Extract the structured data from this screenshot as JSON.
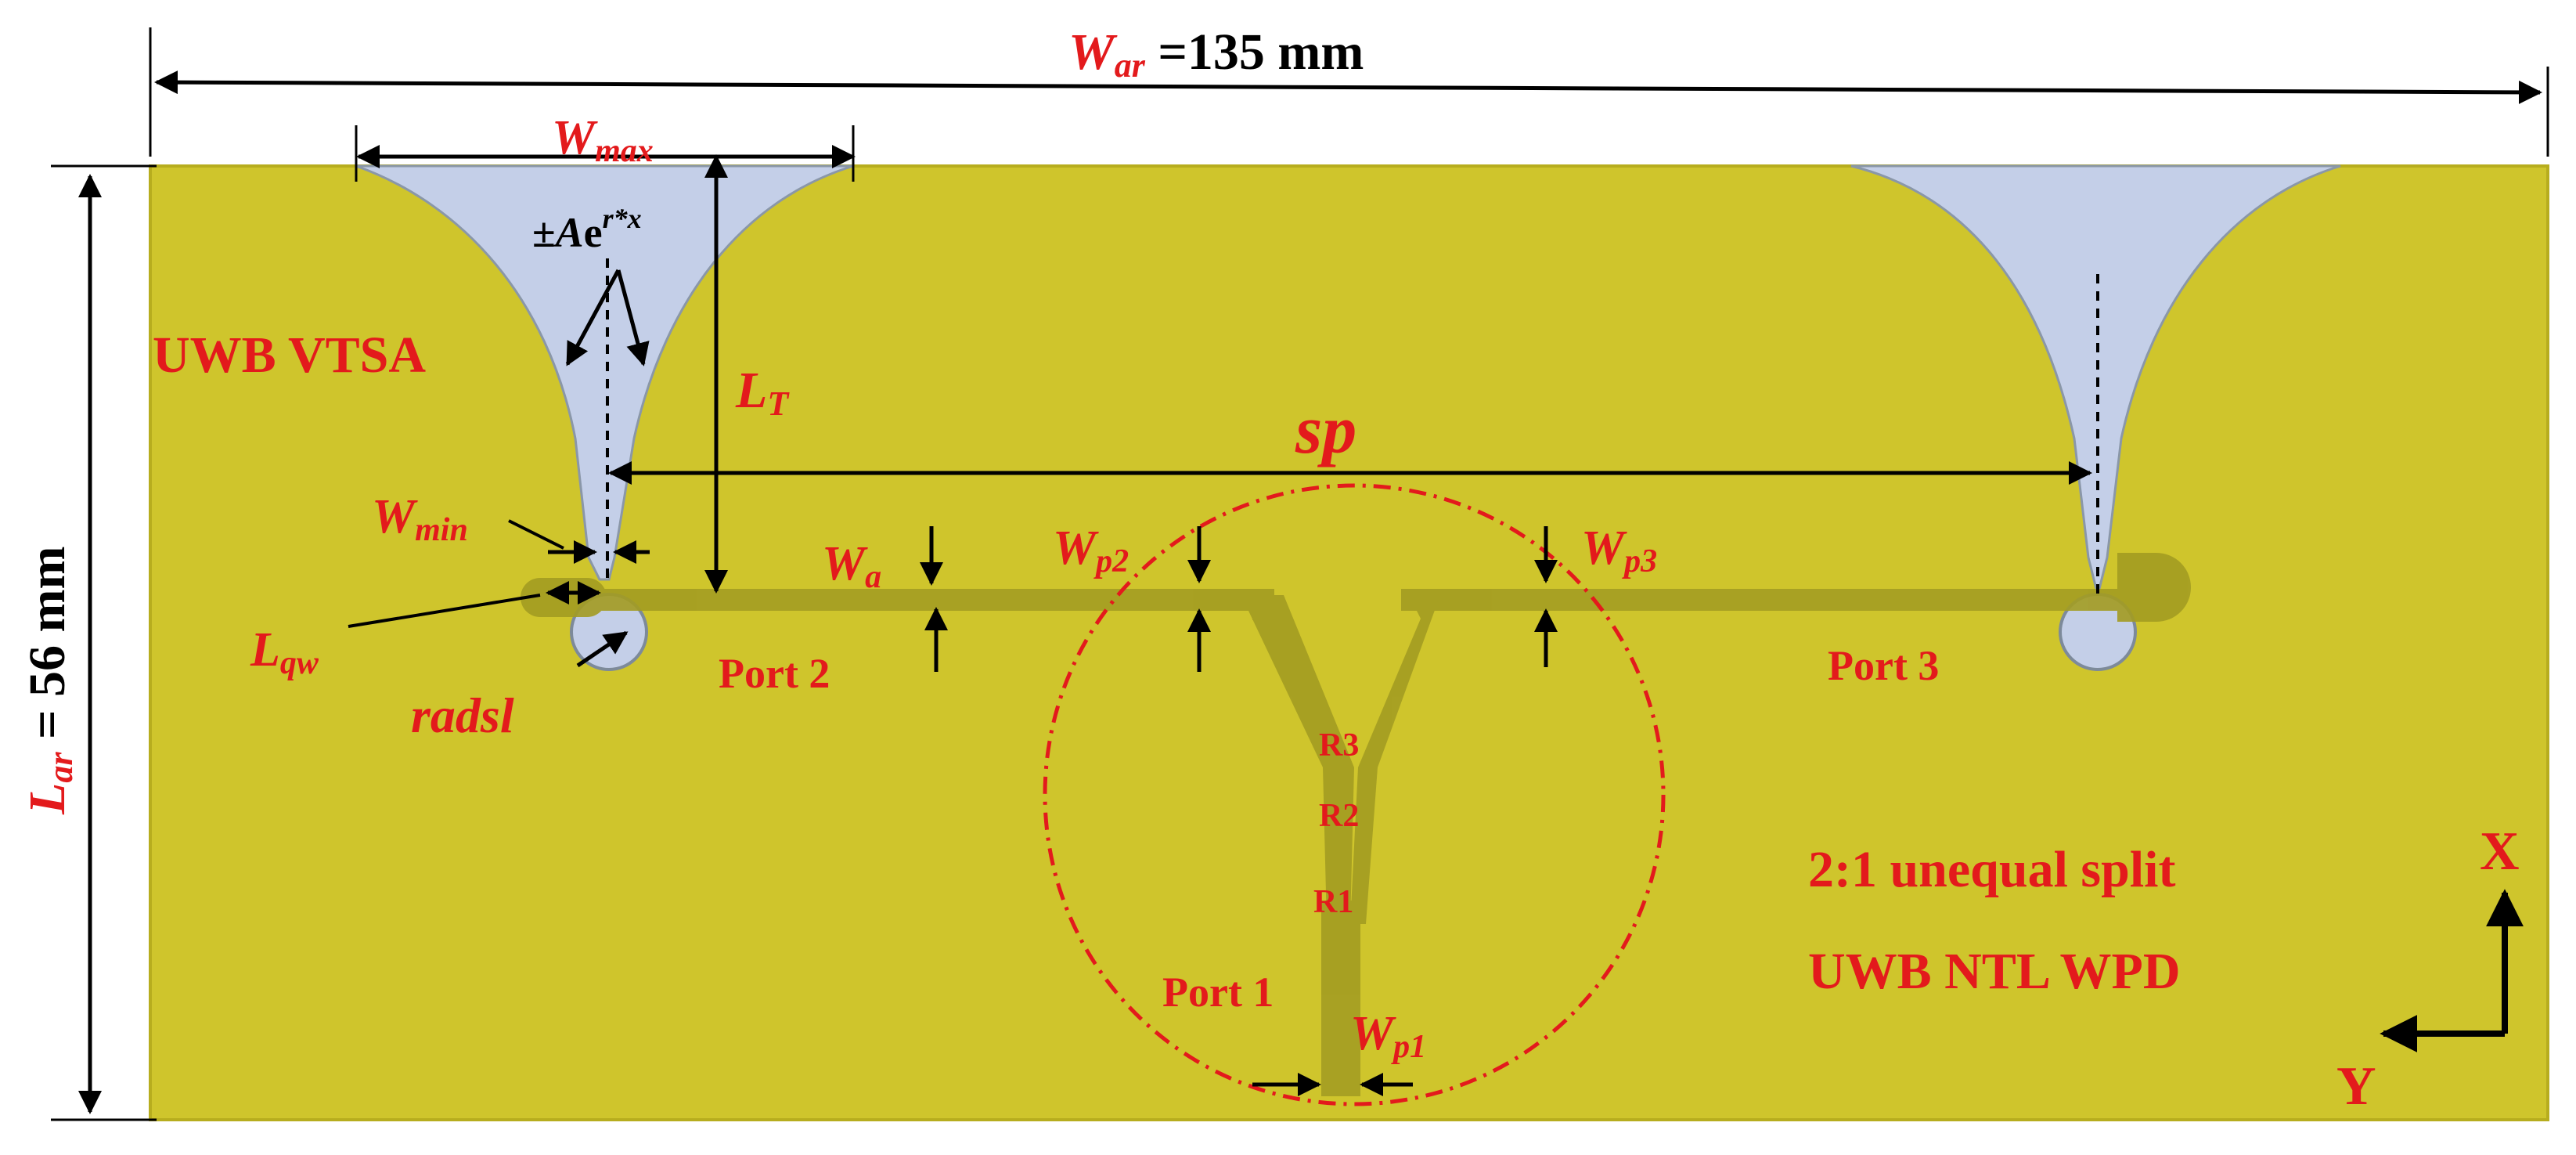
{
  "colors": {
    "board": "#cfc52c",
    "board_edge": "#b7ad1e",
    "slot": "#c4cfe8",
    "trace": "#a39c22",
    "label_red": "#e31a1c",
    "label_black": "#000000",
    "circle": "#e31a1c"
  },
  "dims": {
    "war_sym": "W",
    "war_sub": "ar",
    "war_value": " =135 mm",
    "lar_sym": "L",
    "lar_sub": "ar",
    "lar_value": " = 56 mm"
  },
  "labels": {
    "wmax_sym": "W",
    "wmax_sub": "max",
    "curve_prefix": "±",
    "curve_A": "A",
    "curve_e": "e",
    "curve_exp": "r*x",
    "vtsa": "UWB VTSA",
    "lt_sym": "L",
    "lt_sub": "T",
    "sp": "sp",
    "wmin_sym": "W",
    "wmin_sub": "min",
    "wa_sym": "W",
    "wa_sub": "a",
    "wp2_sym": "W",
    "wp2_sub": "p2",
    "wp3_sym": "W",
    "wp3_sub": "p3",
    "lqw_sym": "L",
    "lqw_sub": "qw",
    "radsl": "radsl",
    "port2": "Port 2",
    "port3": "Port 3",
    "port1": "Port 1",
    "r3": "R3",
    "r2": "R2",
    "r1": "R1",
    "wp1_sym": "W",
    "wp1_sub": "p1",
    "split_line1": "2:1 unequal split",
    "split_line2": "UWB NTL WPD",
    "axis_x": "X",
    "axis_y": "Y"
  }
}
